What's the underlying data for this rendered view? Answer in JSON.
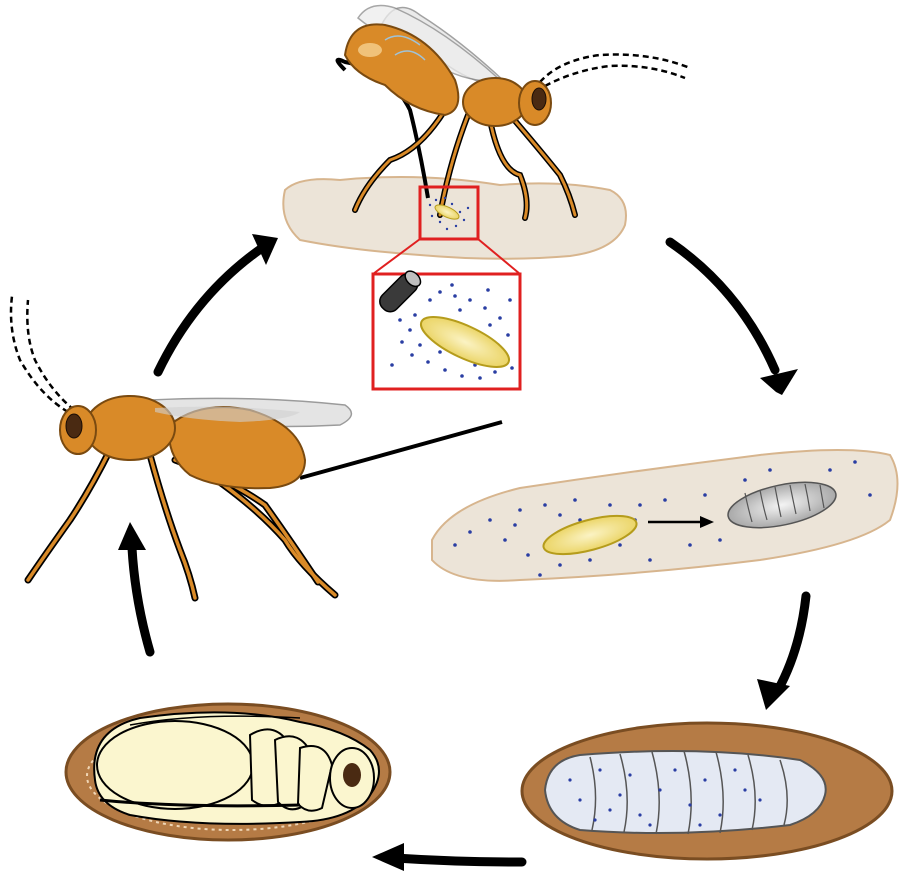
{
  "diagram": {
    "stages": [
      {
        "id": "oviposition"
      },
      {
        "id": "egg-and-larva-in-wood"
      },
      {
        "id": "larva-in-chamber"
      },
      {
        "id": "pupa-in-chamber"
      },
      {
        "id": "adult-emergence"
      }
    ],
    "colors": {
      "wasp_body": "#d98a28",
      "wasp_outline": "#7a4a10",
      "wood": "#ece4d8",
      "wood_outline": "#d7b58e",
      "chamber": "#b57b45",
      "chamber_outline": "#7a4d22",
      "egg": "#f2e08a",
      "egg_outline": "#b59c1c",
      "spores": "#2a3ea3",
      "inset_frame": "#e02020",
      "larva": "#cfcfcf",
      "pupa": "#fbf6cf",
      "arrows": "#000000"
    },
    "icons": [
      "wasp-icon",
      "egg-icon",
      "larva-icon",
      "pupa-icon",
      "ovipositor-icon"
    ]
  }
}
